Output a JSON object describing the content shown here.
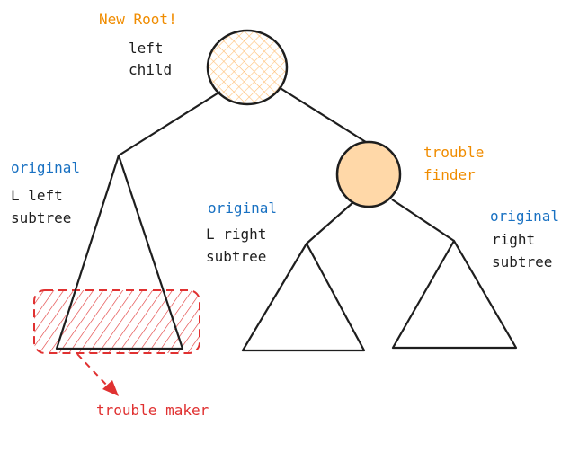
{
  "colors": {
    "orange": "#f08c00",
    "blue": "#1971c2",
    "red": "#e03131",
    "node_fill": "#ffd8a8",
    "ink": "#1e1e1e"
  },
  "labels": {
    "new_root": "New Root!",
    "left_child": [
      "left",
      "child"
    ],
    "original_l_left": {
      "tag": "original",
      "lines": [
        "L left",
        "subtree"
      ]
    },
    "original_l_right": {
      "tag": "original",
      "lines": [
        "L right",
        "subtree"
      ]
    },
    "trouble_finder": [
      "trouble",
      "finder"
    ],
    "original_right": {
      "tag": "original",
      "lines": [
        "right",
        "subtree"
      ]
    },
    "trouble_maker": "trouble maker"
  }
}
